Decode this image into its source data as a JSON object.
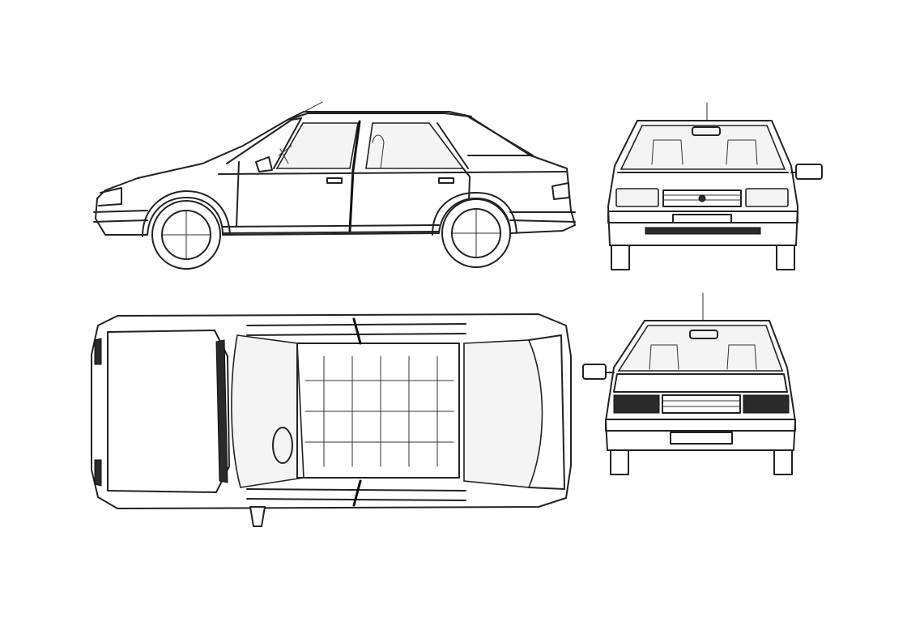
{
  "drawing": {
    "views": [
      {
        "id": "side",
        "icon": "car-side-view-icon"
      },
      {
        "id": "front",
        "icon": "car-front-view-icon"
      },
      {
        "id": "top",
        "icon": "car-top-view-icon"
      },
      {
        "id": "rear",
        "icon": "car-rear-view-icon"
      }
    ],
    "line_color": "#222222",
    "background_color": "#ffffff"
  }
}
